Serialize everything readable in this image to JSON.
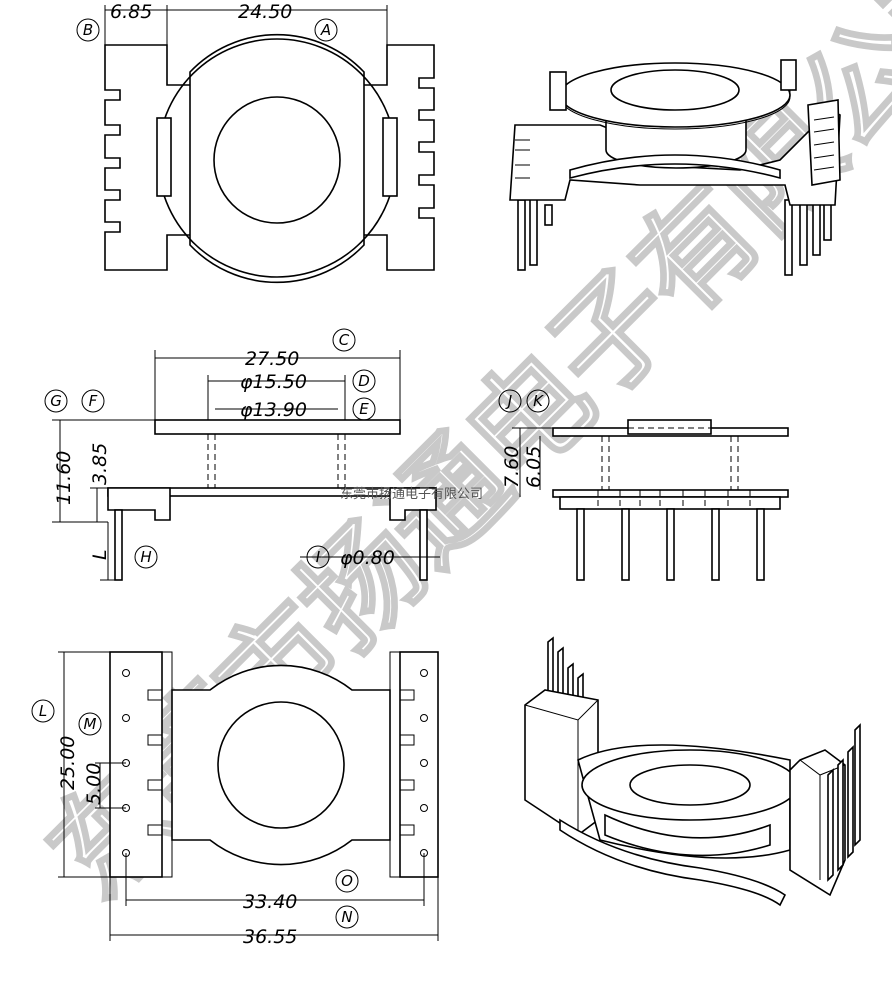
{
  "watermark": {
    "text": "东莞市扬通电子有限公司",
    "small_text": "东莞市扬通电子有限公司"
  },
  "views": {
    "top": {
      "dim_b_value": "6.85",
      "dim_a_value": "24.50",
      "callout_a": "A",
      "callout_b": "B"
    },
    "front": {
      "dim_c_value": "27.50",
      "dim_d_value": "φ15.50",
      "dim_e_value": "φ13.90",
      "dim_g_value": "11.60",
      "dim_f_value": "3.85",
      "dim_h_value": "L",
      "dim_i_value": "φ0.80",
      "callout_c": "C",
      "callout_d": "D",
      "callout_e": "E",
      "callout_f": "F",
      "callout_g": "G",
      "callout_h": "H",
      "callout_i": "I"
    },
    "side": {
      "dim_j_value": "7.60",
      "dim_k_value": "6.05",
      "callout_j": "J",
      "callout_k": "K"
    },
    "bottom": {
      "dim_l_value": "25.00",
      "dim_m_value": "5.00",
      "dim_o_value": "33.40",
      "dim_n_value": "36.55",
      "callout_l": "L",
      "callout_m": "M",
      "callout_n": "N",
      "callout_o": "O"
    }
  }
}
